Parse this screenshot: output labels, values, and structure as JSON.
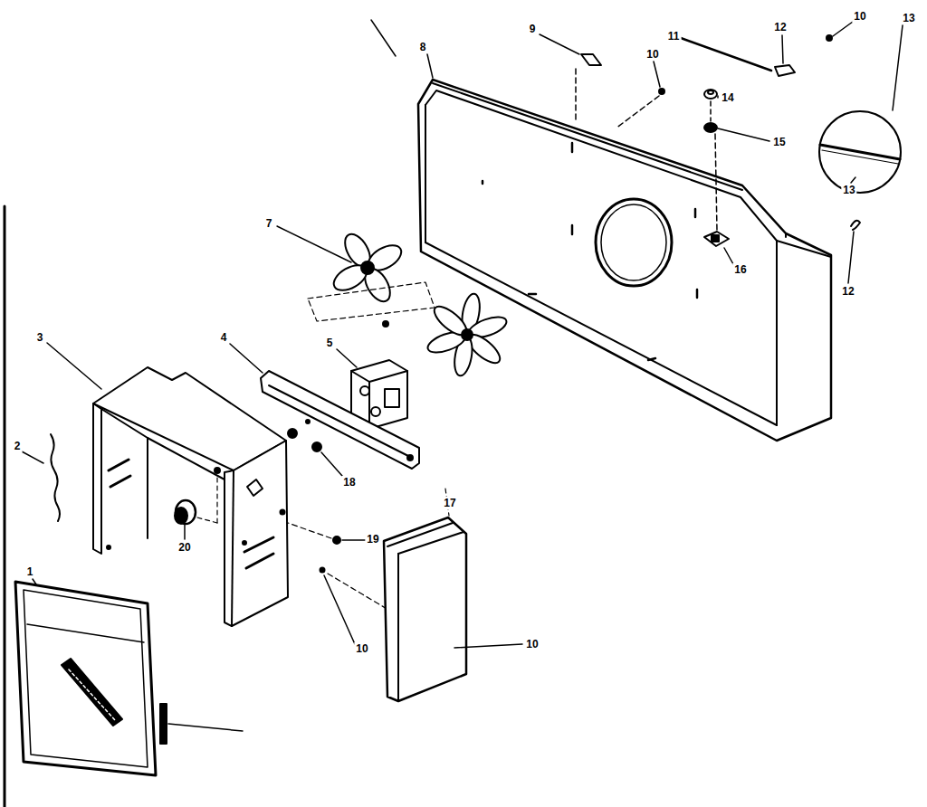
{
  "diagram": {
    "labels": [
      "10",
      "13",
      "12",
      "9",
      "11",
      "8",
      "10",
      "14",
      "15",
      "13",
      "7",
      "16",
      "12",
      "3",
      "4",
      "5",
      "2",
      "18",
      "17",
      "19",
      "20",
      "1",
      "10",
      "10"
    ]
  }
}
